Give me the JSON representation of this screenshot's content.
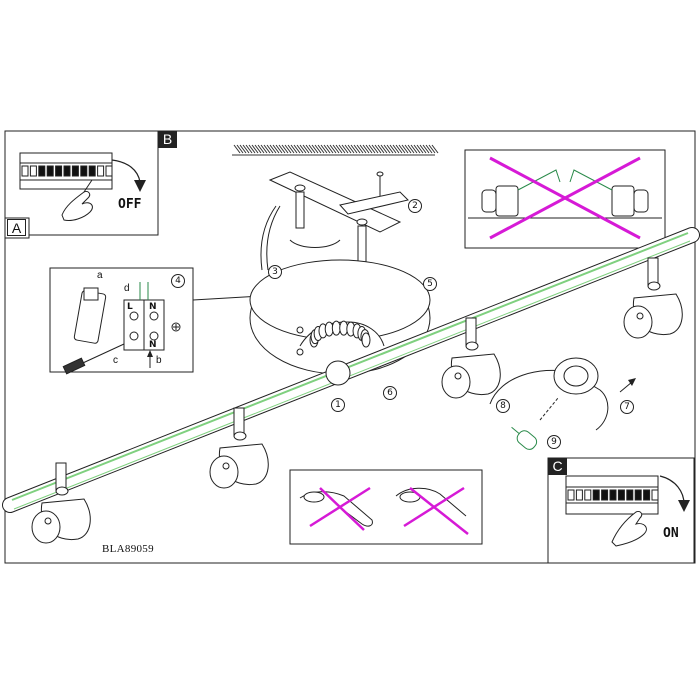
{
  "panels": {
    "a": "A",
    "b": "B",
    "c": "C"
  },
  "switch_off": "OFF",
  "switch_on": "ON",
  "model_code": "BLA89059",
  "wiring": {
    "letters": [
      "a",
      "b",
      "c",
      "d"
    ],
    "terminal_l": "L",
    "terminal_n": "N",
    "terminal_n_lower": "N"
  },
  "steps": [
    "1",
    "2",
    "3",
    "4",
    "5",
    "6",
    "7",
    "8",
    "9"
  ],
  "colors": {
    "prohibited": "#d61ad6",
    "rail_highlight": "#7fd07f",
    "line": "#222222"
  },
  "icons": [
    "earth-ground-icon",
    "breaker-switch-icon",
    "hand-icon",
    "bulb-icon",
    "arrow-icon"
  ]
}
